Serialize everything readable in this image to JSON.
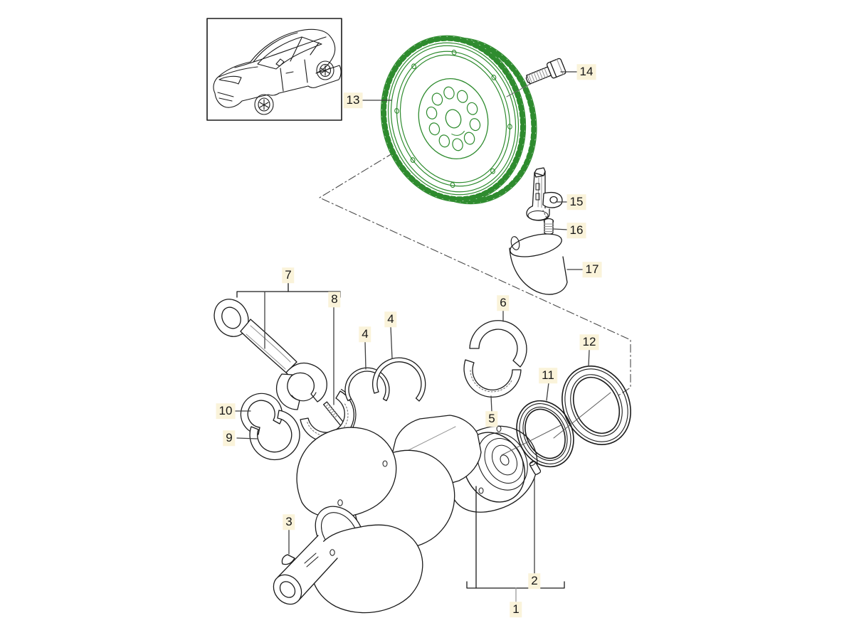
{
  "diagram": {
    "labels": [
      "1",
      "2",
      "3",
      "4",
      "4",
      "5",
      "6",
      "7",
      "8",
      "9",
      "10",
      "11",
      "12",
      "14",
      "13",
      "15",
      "16",
      "17"
    ],
    "colors": {
      "background": "#ffffff",
      "line_black": "#1b1b1b",
      "flywheel_green": "#2e8b2e",
      "leader_gray": "#3f3f3f",
      "secondary_gray": "#8f8f8f",
      "label_highlight": "#faf3da"
    }
  }
}
